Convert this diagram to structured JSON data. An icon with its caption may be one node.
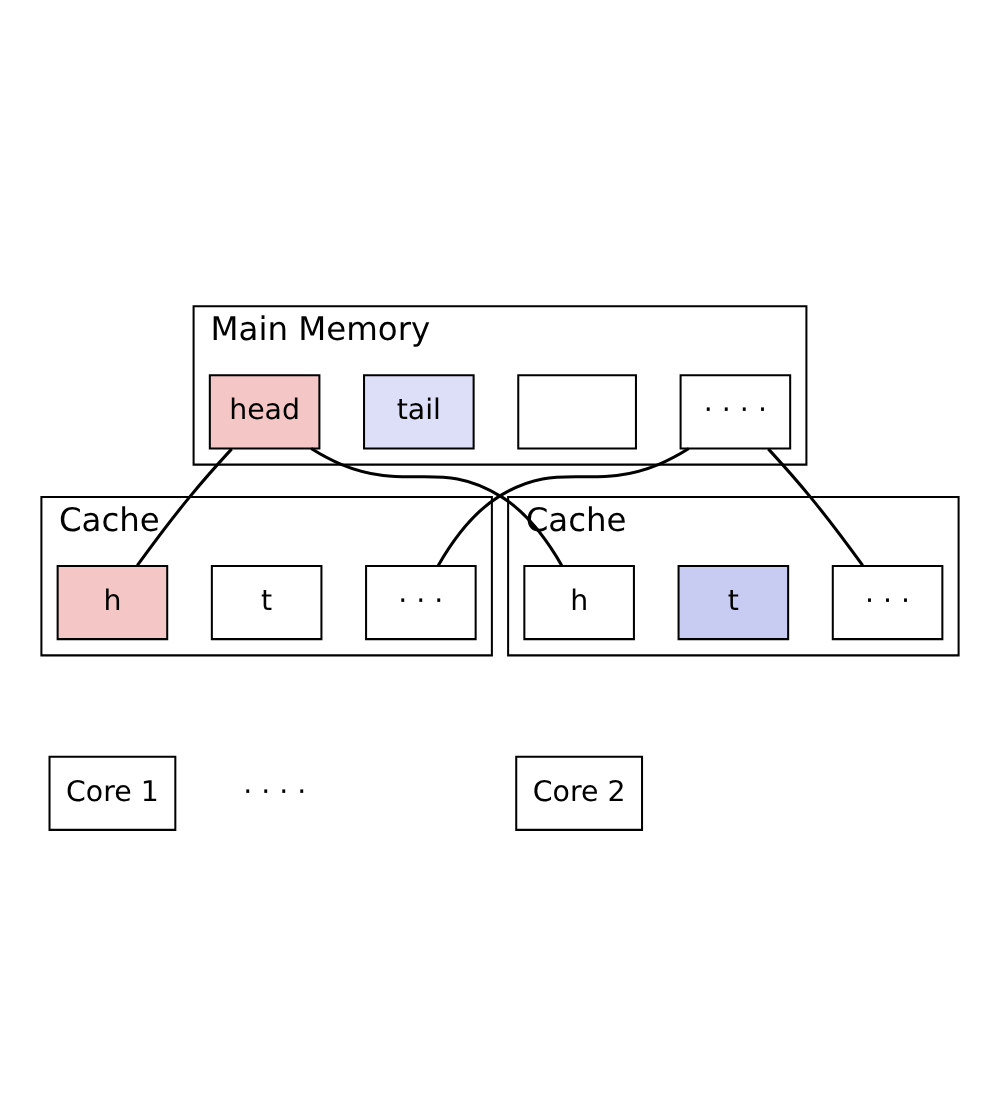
{
  "diagram": {
    "nodes": [
      {
        "text": [
          "Main Memory"
        ]
      },
      {
        "text": [
          "head"
        ],
        "in": 0
      },
      {
        "text": [
          "tail"
        ],
        "in": 0
      },
      {
        "text": [],
        "shape": "box",
        "in": 0
      },
      {
        "text": [
          "· · · ·"
        ],
        "in": 0
      },
      {
        "text": [
          "Cache"
        ]
      },
      {
        "text": [
          "h"
        ],
        "in": 5
      },
      {
        "text": [
          "t"
        ],
        "in": 5
      },
      {
        "text": [
          "· · ·"
        ],
        "in": 5
      },
      {
        "text": [
          "Cache"
        ]
      },
      {
        "text": [
          "h"
        ],
        "in": 9
      },
      {
        "text": [
          "t"
        ],
        "in": 9
      },
      {
        "text": [
          "· · ·"
        ],
        "in": 9
      },
      {
        "text": [
          "Core 1"
        ]
      },
      {
        "text": [
          "Core 2"
        ]
      }
    ],
    "edges": [
      {
        "from": 1,
        "to": 6,
        "arrow": "none"
      },
      {
        "from": 1,
        "to": 10,
        "arrow": "none"
      },
      {
        "from": 4,
        "to": 8,
        "arrow": "none"
      },
      {
        "from": 4,
        "to": 12,
        "arrow": "none"
      }
    ],
    "labels": [
      "· · · ·"
    ]
  }
}
